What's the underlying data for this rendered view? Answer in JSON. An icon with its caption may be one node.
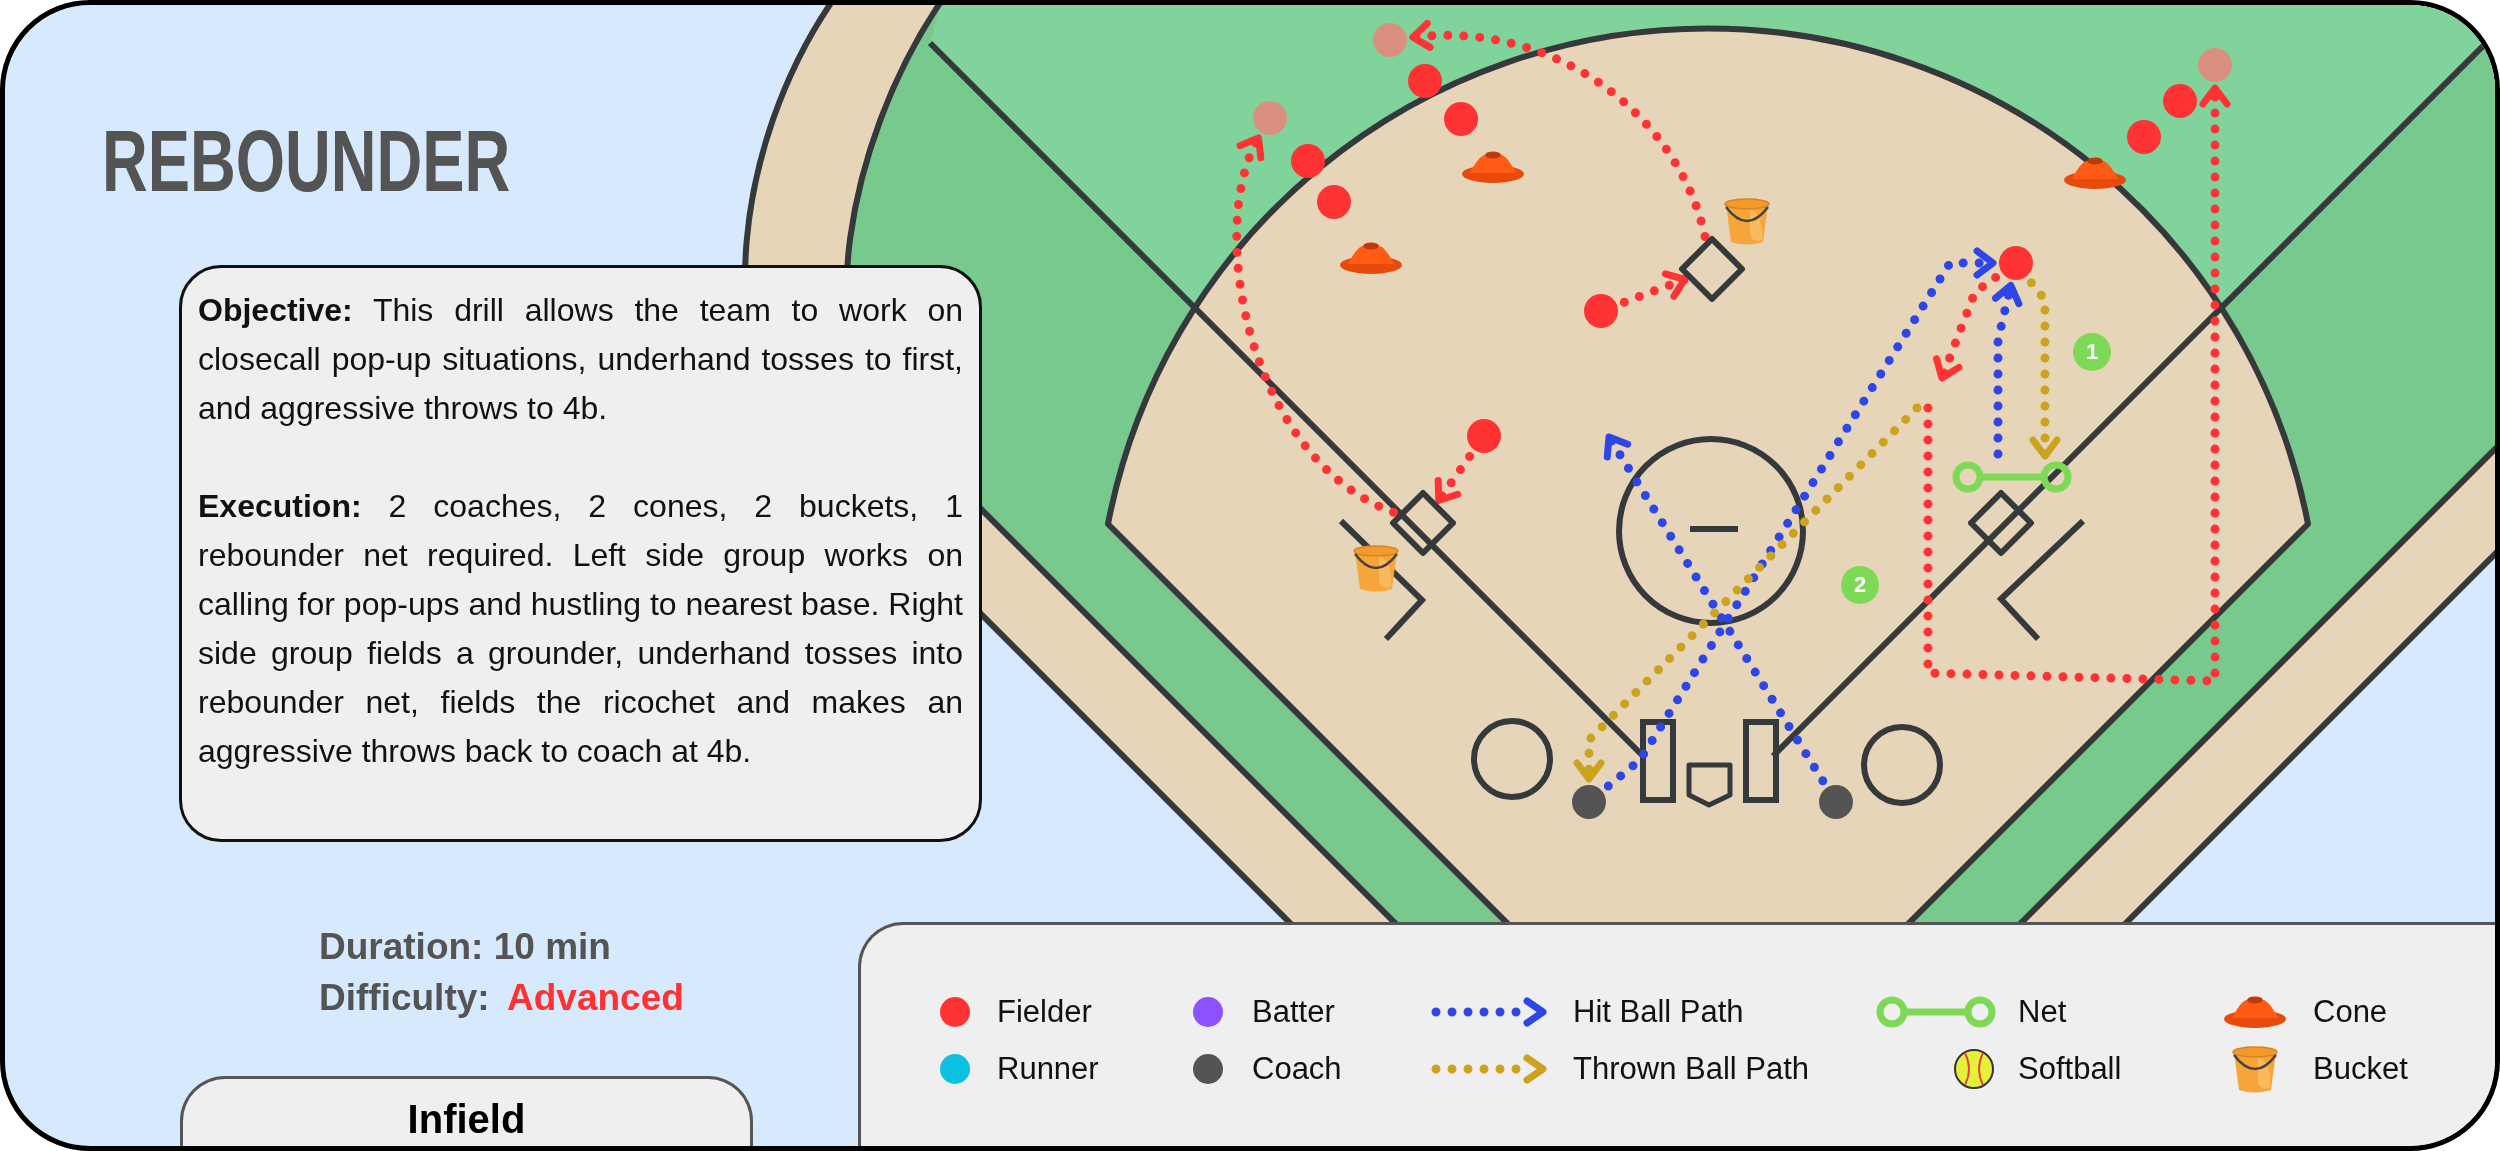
{
  "diagram": {
    "title": "REBOUNDER",
    "nodes": [
      {
        "text": [
          "**Objective:** This drill allows the team to work on closecall pop-up situations, underhand tosses to first, and aggressive throws to 4b.",
          "**Execution:** 2 coaches, 2 cones, 2 buckets, 1 rebounder net required. Left side group works on calling for pop-ups and hustling to nearest base. Right side group fields a grounder, underhand tosses into rebounder net, fields the ricochet and makes an aggressive throws back to coach at 4b."
        ]
      },
      {
        "text": [],
        "shape": "circle"
      },
      {
        "text": [],
        "shape": "circle"
      },
      {
        "text": [],
        "shape": "circle"
      },
      {
        "text": [],
        "shape": "circle"
      },
      {
        "text": [],
        "shape": "circle"
      },
      {
        "text": [],
        "shape": "circle"
      },
      {
        "text": [],
        "shape": "circle"
      },
      {
        "text": [],
        "shape": "circle"
      },
      {
        "text": [],
        "shape": "circle"
      },
      {
        "text": [],
        "shape": "circle"
      },
      {
        "text": [],
        "shape": "diamond"
      },
      {
        "text": [],
        "shape": "circle"
      },
      {
        "text": [
          "1"
        ]
      },
      {
        "text": [],
        "shape": "circle"
      },
      {
        "text": [],
        "shape": "bar"
      },
      {
        "text": [],
        "shape": "diamond"
      },
      {
        "text": [],
        "shape": "diamond"
      },
      {
        "text": [
          "2"
        ]
      },
      {
        "text": [],
        "shape": "circle"
      },
      {
        "text": [],
        "shape": "circle"
      },
      {
        "text": [
          "Infield"
        ]
      }
    ],
    "edges": [
      {
        "from": 14,
        "to": 16,
        "arrow": "to",
        "style": "dashed"
      },
      {
        "from": 16,
        "to": 5,
        "arrow": "to",
        "style": "dashed"
      },
      {
        "from": 12,
        "to": 11,
        "arrow": "to",
        "style": "dashed"
      },
      {
        "from": 11,
        "to": 1,
        "arrow": "to",
        "style": "dashed"
      },
      {
        "from": 20,
        "to": null,
        "arrow": "to",
        "style": "dashed",
        "color": "#2e45e8"
      },
      {
        "from": 19,
        "to": 10,
        "arrow": "to",
        "style": "dashed",
        "color": "#2e45e8"
      },
      {
        "from": 10,
        "to": null,
        "arrow": "to",
        "style": "dashed"
      },
      {
        "from": 10,
        "to": 15,
        "arrow": "to",
        "style": "dashed",
        "color": "#cca31f"
      },
      {
        "from": 15,
        "to": 10,
        "arrow": "to",
        "style": "dashed",
        "color": "#2e45e8"
      },
      {
        "from": null,
        "to": 19,
        "arrow": "to",
        "style": "dashed",
        "color": "#cca31f"
      },
      {
        "from": null,
        "to": 2,
        "arrow": "to",
        "style": "dashed"
      }
    ],
    "labels": [
      "Duration: 10 min",
      "Difficulty:",
      "Advanced"
    ],
    "legend": [
      {
        "text": "Fielder",
        "color": "#ff3333"
      },
      {
        "text": "Batter",
        "color": "#8c52ff"
      },
      {
        "text": "Hit Ball Path"
      },
      {
        "text": "Net"
      },
      {
        "text": "Cone"
      },
      {
        "text": "Runner",
        "color": "#0cc0df"
      },
      {
        "text": "Coach",
        "color": "#545454"
      },
      {
        "text": "Thrown Ball Path"
      },
      {
        "text": "Softball"
      },
      {
        "text": "Bucket"
      }
    ]
  }
}
